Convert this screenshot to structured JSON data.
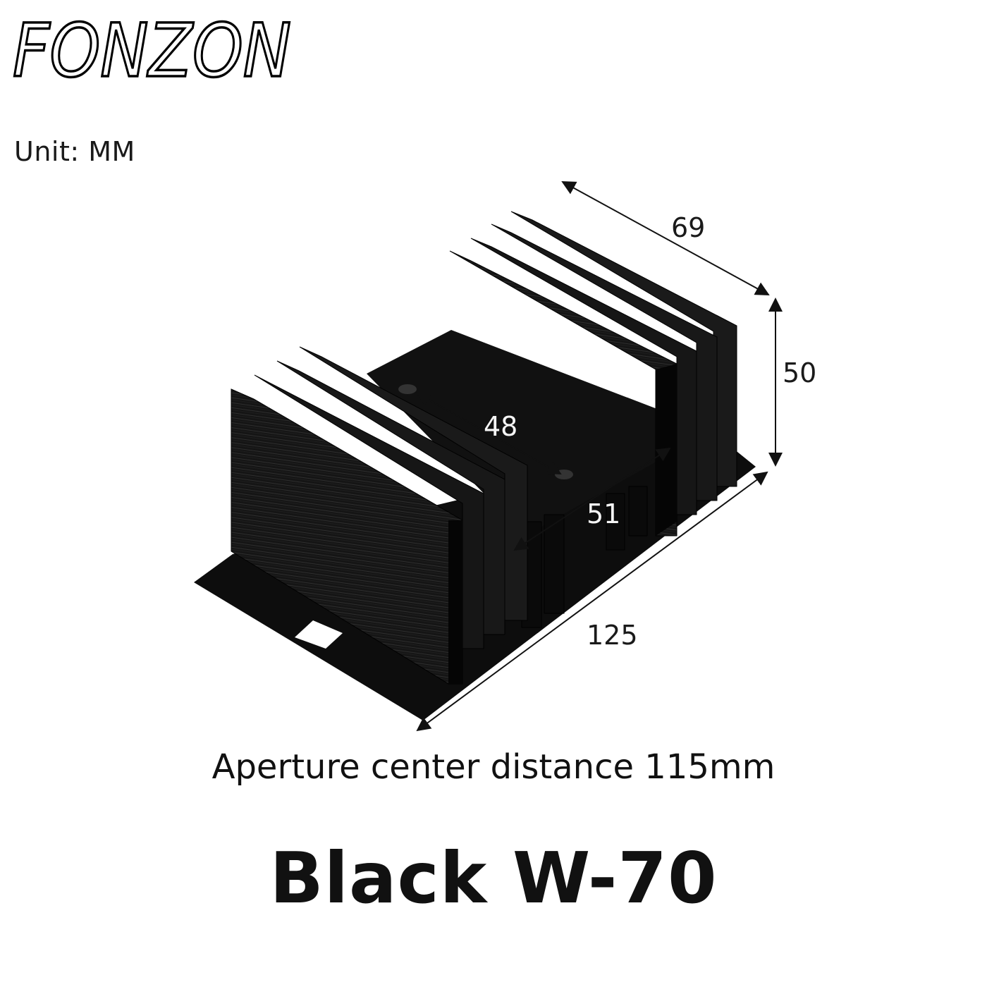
{
  "brand": {
    "logo_text": "FONZON"
  },
  "unit_label": "Unit: MM",
  "dimensions": {
    "depth": "69",
    "height": "50",
    "hole_spacing": "48",
    "base_gap": "51",
    "length": "125"
  },
  "caption": "Aperture center distance 115mm",
  "model_label": "Black W-70",
  "colors": {
    "heatsink": "#111111",
    "text": "#111111",
    "background": "#ffffff"
  }
}
